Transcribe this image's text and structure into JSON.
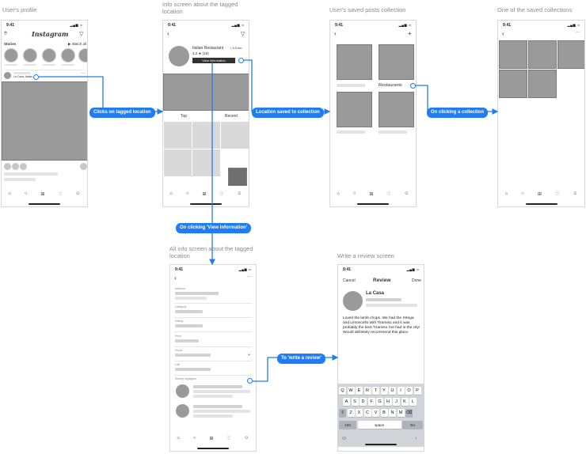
{
  "screens": {
    "profile": {
      "title": "User's profile",
      "time": "9:41",
      "logo": "Instagram",
      "stories_label": "Stories",
      "watch_all": "▶ Watch all",
      "tagged_location": "La Casa, Italian"
    },
    "info": {
      "title": "Info screen about the tagged location",
      "time": "9:41",
      "place_name": "Italian Restaurant",
      "distance": "• 5.0 km",
      "rating": "4.2 ★ (19)",
      "view_info": "View information",
      "tab_top": "Top",
      "tab_recent": "Recent"
    },
    "saved": {
      "title": "User's saved posts collection",
      "time": "9:41",
      "collection_name": "Restaurants"
    },
    "collection": {
      "title": "One of the saved collections",
      "time": "9:41"
    },
    "all_info": {
      "title": "All info screen about the tagged location",
      "time": "9:41",
      "fields": [
        "Address",
        "Category",
        "Rating",
        "Price",
        "Hours",
        "Call",
        "Recent highlights"
      ]
    },
    "review": {
      "title": "Write a review screen",
      "time": "9:41",
      "cancel": "Cancel",
      "heading": "Review",
      "done": "Done",
      "place": "La Casa",
      "body": "Loved the lamb chops. We had the Strega and Limoncello with Tiramisu and it was probably the best Tiramisu I've had in the city! Would definitely recommend this place.",
      "keys_row1": [
        "Q",
        "W",
        "E",
        "R",
        "T",
        "Y",
        "U",
        "I",
        "O",
        "P"
      ],
      "keys_row2": [
        "A",
        "S",
        "D",
        "F",
        "G",
        "H",
        "J",
        "K",
        "L"
      ],
      "keys_row3": [
        "Z",
        "X",
        "C",
        "V",
        "B",
        "N",
        "M"
      ],
      "key_123": "123",
      "key_space": "space",
      "key_go": "Go"
    }
  },
  "callouts": {
    "tagged": "Clicks on tagged location",
    "saved": "Location saved to collection",
    "collection": "On clicking a collection",
    "view_info": "On clicking 'View Information'",
    "review": "To 'write a review'"
  },
  "colors": {
    "accent": "#1f7cf2"
  }
}
